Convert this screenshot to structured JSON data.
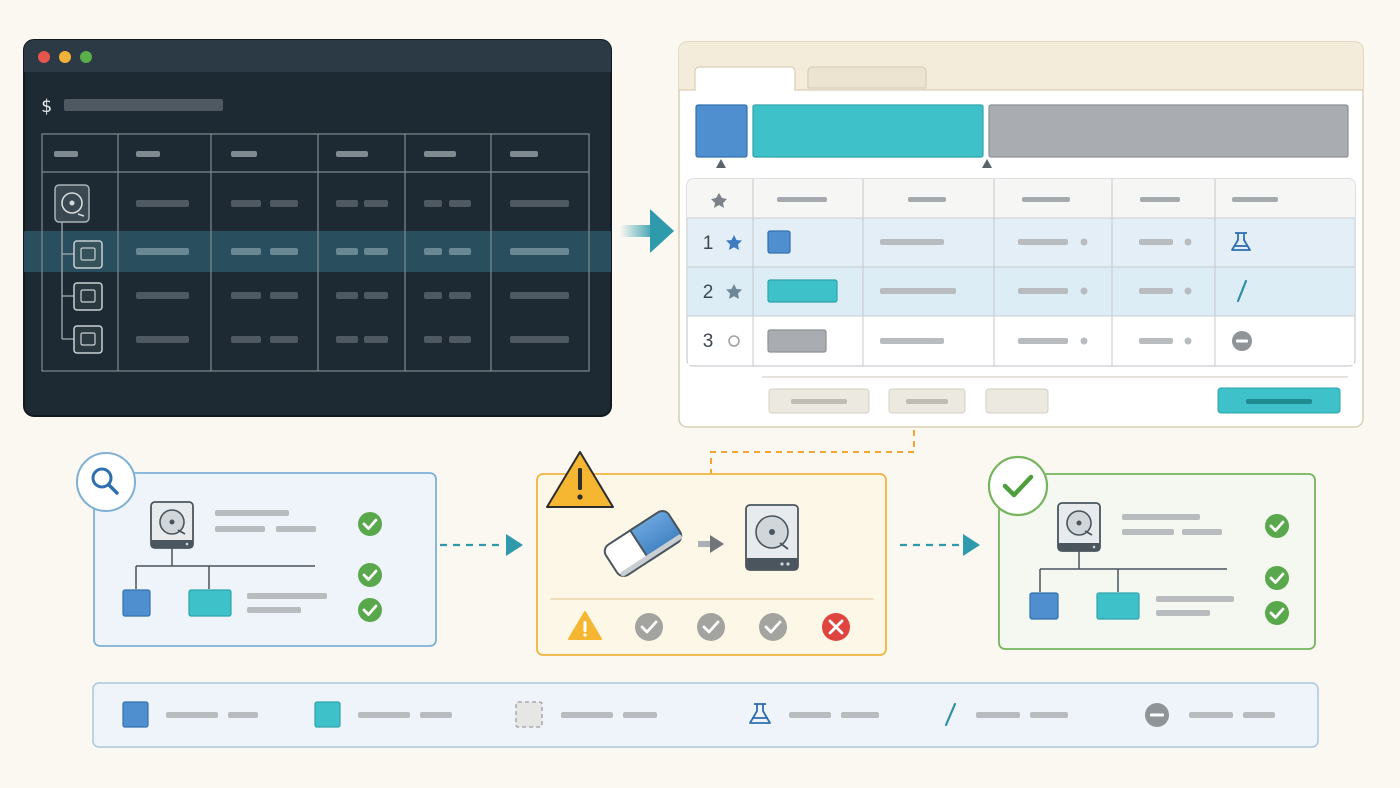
{
  "terminal": {
    "prompt": "$",
    "window_buttons": [
      "close",
      "minimize",
      "maximize"
    ],
    "tree_icons": [
      "disk-icon",
      "partition-icon",
      "partition-icon",
      "partition-icon"
    ],
    "highlighted_row": 2
  },
  "partition_editor": {
    "tabs": 2,
    "active_tab": 1,
    "disk_map": [
      "blue",
      "teal",
      "gray"
    ],
    "rows": [
      {
        "number": "1",
        "marker": "star-icon",
        "swatch": "blue",
        "flag": "flask-icon"
      },
      {
        "number": "2",
        "marker": "star-icon",
        "swatch": "teal",
        "flag": "slash-icon"
      },
      {
        "number": "3",
        "marker": "circle-icon",
        "swatch": "gray",
        "flag": "minus-circle-icon"
      }
    ]
  },
  "steps": [
    {
      "badge": "search-icon",
      "checks": 3
    },
    {
      "badge": "warning-icon",
      "statuses": [
        "warning",
        "done",
        "done",
        "done",
        "error"
      ]
    },
    {
      "badge": "check-icon",
      "checks": 3
    }
  ],
  "legend": [
    "blue-square",
    "teal-square",
    "dashed-square",
    "flask-icon",
    "slash-icon",
    "minus-circle-icon"
  ],
  "colors": {
    "terminal_bg": "#1d2a33",
    "terminal_bar": "#2b3a44",
    "blue": "#4f8fd0",
    "teal": "#3fc1c9",
    "gray": "#a9acb1",
    "warning": "#f5b731",
    "success": "#59a84b",
    "error": "#e0443e",
    "accent": "#2e9aac"
  }
}
